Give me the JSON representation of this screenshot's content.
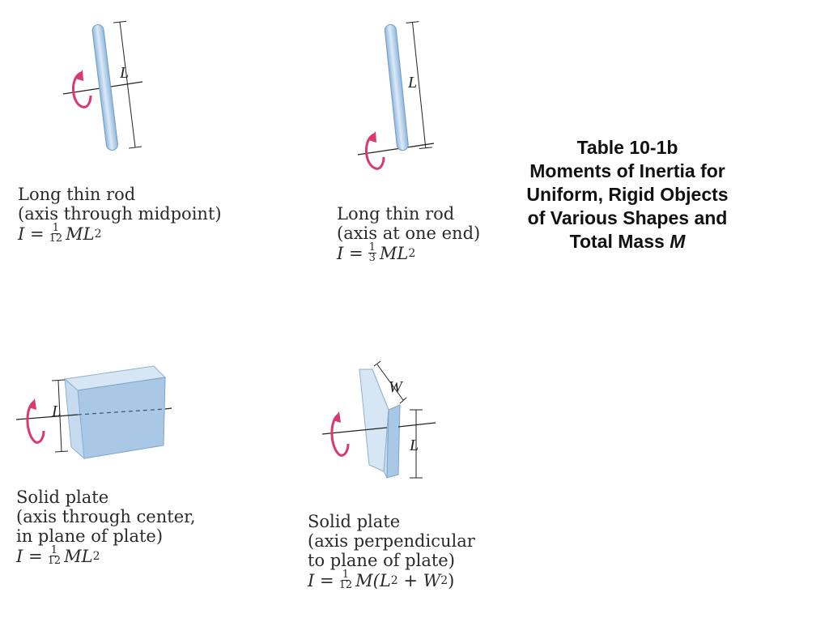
{
  "title": {
    "line1": "Table 10-1b",
    "line2": "Moments of Inertia for",
    "line3": "Uniform, Rigid Objects",
    "line4": "of Various Shapes and",
    "line5_prefix": "Total Mass ",
    "line5_var": "M"
  },
  "figures": [
    {
      "id": "rod-midpoint",
      "dim_label": "L",
      "caption": [
        "Long thin rod",
        "(axis through midpoint)"
      ],
      "formula": {
        "lhs": "I =",
        "num": "1",
        "den": "12",
        "rhs": "ML",
        "exp": "2",
        "tail": ""
      }
    },
    {
      "id": "rod-end",
      "dim_label": "L",
      "caption": [
        "Long thin rod",
        "(axis at one end)"
      ],
      "formula": {
        "lhs": "I =",
        "num": "1",
        "den": "3",
        "rhs": "ML",
        "exp": "2",
        "tail": ""
      }
    },
    {
      "id": "plate-center",
      "dim_label": "L",
      "caption": [
        "Solid plate",
        "(axis through center,",
        "in plane of plate)"
      ],
      "formula": {
        "lhs": "I =",
        "num": "1",
        "den": "12",
        "rhs": "ML",
        "exp": "2",
        "tail": ""
      }
    },
    {
      "id": "plate-perpendicular",
      "dim_label_w": "W",
      "dim_label_l": "L",
      "caption": [
        "Solid plate",
        "(axis perpendicular",
        "to plane of plate)"
      ],
      "formula": {
        "lhs": "I =",
        "num": "1",
        "den": "12",
        "rhs": "M(L",
        "exp": "2",
        "tail": " + W",
        "exp2": "2",
        "close": ")"
      }
    }
  ],
  "colors": {
    "rod_fill": "#b9d4ec",
    "plate_fill": "#a9c8e6",
    "plate_edge": "#d6e6f4",
    "arrow": "#d93a6b",
    "line": "#222222"
  }
}
